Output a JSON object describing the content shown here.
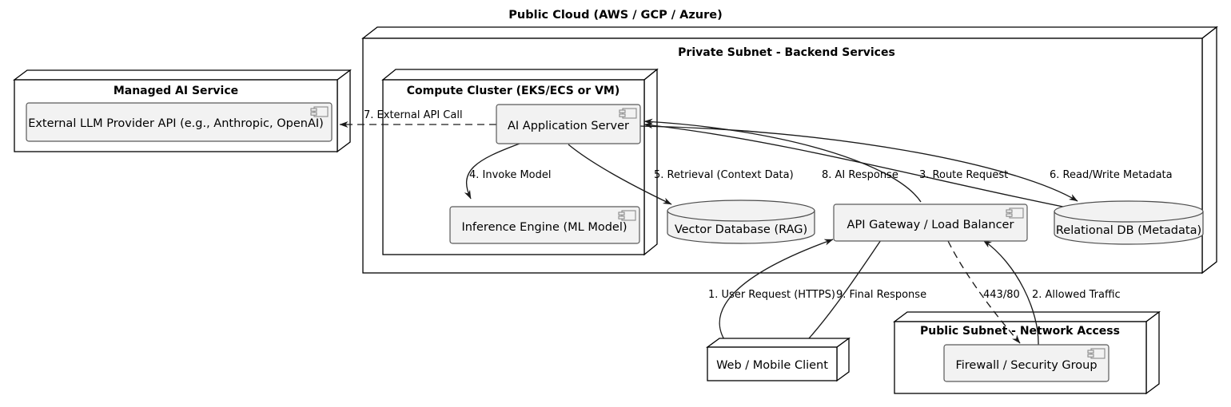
{
  "diagram": {
    "title": "Public Cloud (AWS / GCP / Azure)",
    "type": "uml-deployment-diagram"
  },
  "containers": {
    "private_subnet": {
      "label": "Private Subnet - Backend Services"
    },
    "compute_cluster": {
      "label": "Compute Cluster (EKS/ECS or VM)"
    },
    "managed_ai": {
      "label": "Managed AI Service"
    },
    "public_subnet": {
      "label": "Public Subnet - Network Access"
    }
  },
  "components": {
    "external_llm": {
      "label": "External LLM Provider API (e.g., Anthropic, OpenAI)",
      "icon": "uml-component-icon"
    },
    "app_server": {
      "label": "AI Application Server",
      "icon": "uml-component-icon"
    },
    "inference_engine": {
      "label": "Inference Engine (ML Model)",
      "icon": "uml-component-icon"
    },
    "api_gateway": {
      "label": "API Gateway / Load Balancer",
      "icon": "uml-component-icon"
    },
    "firewall": {
      "label": "Firewall / Security Group",
      "icon": "uml-component-icon"
    },
    "vector_db": {
      "label": "Vector Database (RAG)",
      "icon": "database-cylinder"
    },
    "relational_db": {
      "label": "Relational DB (Metadata)",
      "icon": "database-cylinder"
    },
    "client": {
      "label": "Web / Mobile Client",
      "icon": "node-box"
    }
  },
  "edges": [
    {
      "id": 1,
      "label": "1. User Request (HTTPS)",
      "from": "client",
      "to": "api_gateway",
      "style": "solid"
    },
    {
      "id": 2,
      "label": "2. Allowed Traffic",
      "from": "firewall",
      "to": "api_gateway",
      "style": "solid"
    },
    {
      "id": 3,
      "label": "3. Route Request",
      "from": "api_gateway",
      "to": "app_server",
      "style": "solid"
    },
    {
      "id": 4,
      "label": "4. Invoke Model",
      "from": "app_server",
      "to": "inference_engine",
      "style": "solid"
    },
    {
      "id": 5,
      "label": "5. Retrieval (Context Data)",
      "from": "app_server",
      "to": "vector_db",
      "style": "solid"
    },
    {
      "id": 6,
      "label": "6. Read/Write Metadata",
      "from": "app_server",
      "to": "relational_db",
      "style": "solid"
    },
    {
      "id": 7,
      "label": "7. External API Call",
      "from": "app_server",
      "to": "external_llm",
      "style": "dashed"
    },
    {
      "id": 8,
      "label": "8. AI Response",
      "from": "relational_db",
      "to": "app_server",
      "style": "solid"
    },
    {
      "id": 9,
      "label": "9. Final Response",
      "from": "api_gateway",
      "to": "client",
      "style": "solid"
    },
    {
      "id": 10,
      "label": "443/80",
      "from": "api_gateway",
      "to": "firewall",
      "style": "dashed"
    }
  ],
  "colors": {
    "component_fill": "#f2f2f2",
    "component_stroke": "#5a5a5a",
    "node_fill": "#ffffff",
    "line": "#1a1a1a"
  }
}
